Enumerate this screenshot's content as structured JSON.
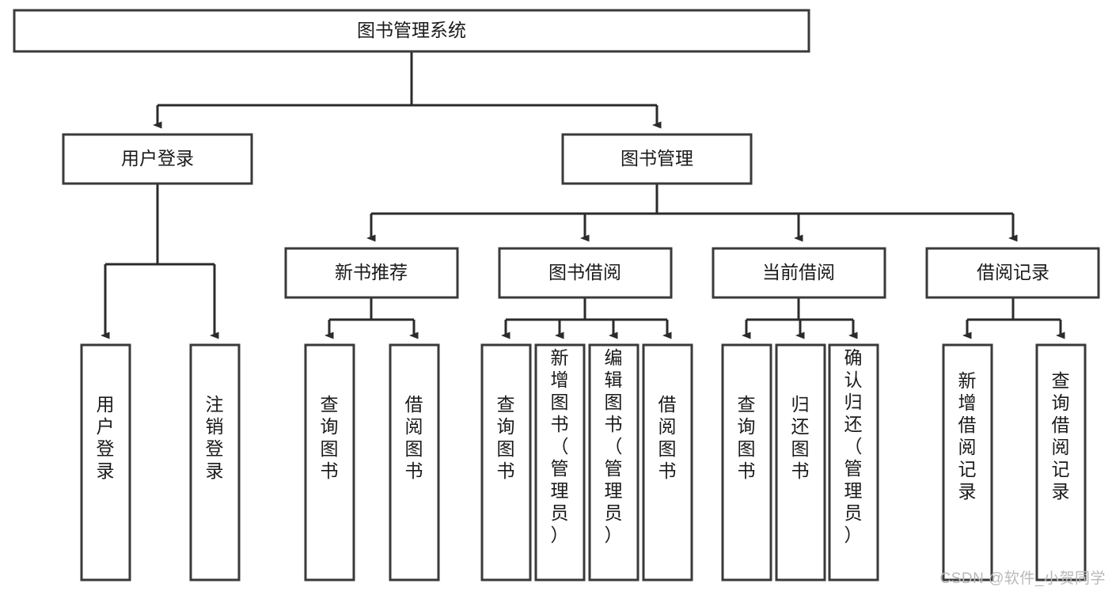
{
  "diagram": {
    "type": "tree-hierarchy",
    "title": "图书管理系统",
    "watermark": "CSDN @软件_小贺同学",
    "colors": {
      "box_stroke": "#3a3a3a",
      "box_fill": "#ffffff",
      "connector": "#2b2b2b",
      "text": "#1a1a1a",
      "watermark": "#b9b9b9",
      "background": "#ffffff"
    },
    "levels": [
      {
        "level": 1,
        "nodes": [
          {
            "id": "root",
            "label": "图书管理系统",
            "orientation": "horizontal"
          }
        ]
      },
      {
        "level": 2,
        "nodes": [
          {
            "id": "user-login",
            "label": "用户登录",
            "orientation": "horizontal",
            "parent": "root"
          },
          {
            "id": "book-manage",
            "label": "图书管理",
            "orientation": "horizontal",
            "parent": "root"
          }
        ]
      },
      {
        "level": 3,
        "nodes": [
          {
            "id": "new-book-rec",
            "label": "新书推荐",
            "orientation": "horizontal",
            "parent": "book-manage"
          },
          {
            "id": "book-borrow",
            "label": "图书借阅",
            "orientation": "horizontal",
            "parent": "book-manage"
          },
          {
            "id": "current-borrow",
            "label": "当前借阅",
            "orientation": "horizontal",
            "parent": "book-manage"
          },
          {
            "id": "borrow-record",
            "label": "借阅记录",
            "orientation": "horizontal",
            "parent": "book-manage"
          }
        ]
      },
      {
        "level": 4,
        "nodes": [
          {
            "id": "leaf-user-login",
            "label": "用户登录",
            "orientation": "vertical",
            "parent": "user-login"
          },
          {
            "id": "leaf-user-logout",
            "label": "注销登录",
            "orientation": "vertical",
            "parent": "user-login"
          },
          {
            "id": "leaf-rec-query",
            "label": "查询图书",
            "orientation": "vertical",
            "parent": "new-book-rec"
          },
          {
            "id": "leaf-rec-borrow",
            "label": "借阅图书",
            "orientation": "vertical",
            "parent": "new-book-rec"
          },
          {
            "id": "leaf-borrow-query",
            "label": "查询图书",
            "orientation": "vertical",
            "parent": "book-borrow"
          },
          {
            "id": "leaf-borrow-add",
            "label": "新增图书（管理员）",
            "orientation": "vertical",
            "parent": "book-borrow"
          },
          {
            "id": "leaf-borrow-edit",
            "label": "编辑图书（管理员）",
            "orientation": "vertical",
            "parent": "book-borrow"
          },
          {
            "id": "leaf-borrow-lend",
            "label": "借阅图书",
            "orientation": "vertical",
            "parent": "book-borrow"
          },
          {
            "id": "leaf-cur-query",
            "label": "查询图书",
            "orientation": "vertical",
            "parent": "current-borrow"
          },
          {
            "id": "leaf-cur-return",
            "label": "归还图书",
            "orientation": "vertical",
            "parent": "current-borrow"
          },
          {
            "id": "leaf-cur-confirm",
            "label": "确认归还（管理员）",
            "orientation": "vertical",
            "parent": "current-borrow"
          },
          {
            "id": "leaf-rec-add",
            "label": "新增借阅记录",
            "orientation": "vertical",
            "parent": "borrow-record"
          },
          {
            "id": "leaf-rec-search",
            "label": "查询借阅记录",
            "orientation": "vertical",
            "parent": "borrow-record"
          }
        ]
      }
    ]
  }
}
